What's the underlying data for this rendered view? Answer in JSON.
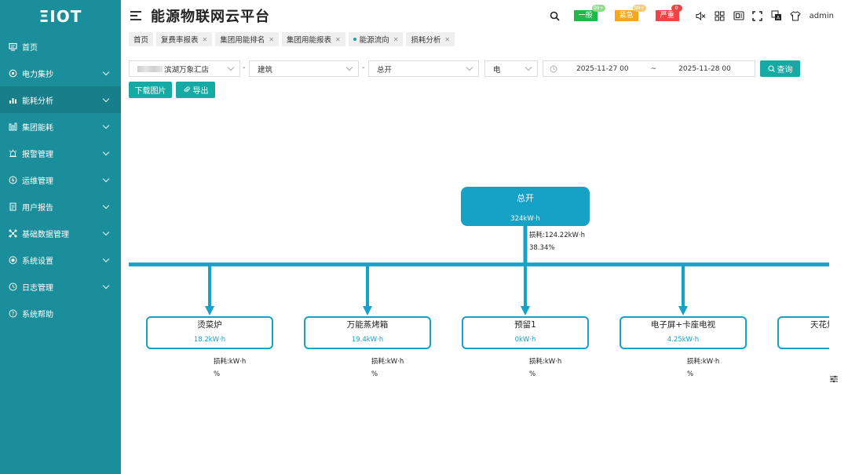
{
  "sidebar": {
    "logo": "ΞIOT",
    "items": [
      {
        "label": "首页",
        "icon": "monitor-icon",
        "has_children": false
      },
      {
        "label": "电力集抄",
        "icon": "circle-target-icon",
        "has_children": true
      },
      {
        "label": "能耗分析",
        "icon": "bar-chart-icon",
        "has_children": true
      },
      {
        "label": "集团能耗",
        "icon": "column-chart-icon",
        "has_children": true
      },
      {
        "label": "报警管理",
        "icon": "alarm-icon",
        "has_children": true
      },
      {
        "label": "运维管理",
        "icon": "bolt-icon",
        "has_children": true
      },
      {
        "label": "用户报告",
        "icon": "document-icon",
        "has_children": true
      },
      {
        "label": "基础数据管理",
        "icon": "network-icon",
        "has_children": true
      },
      {
        "label": "系统设置",
        "icon": "settings-circle-icon",
        "has_children": true
      },
      {
        "label": "日志管理",
        "icon": "clock-icon",
        "has_children": true
      },
      {
        "label": "系统帮助",
        "icon": "help-icon",
        "has_children": false
      }
    ],
    "active_index": 2
  },
  "header": {
    "title": "能源物联网云平台",
    "alerts": [
      {
        "label": "一般",
        "count": "99+",
        "color": "#1fb84a",
        "count_color": "#8fdc8a"
      },
      {
        "label": "紧急",
        "count": "99+",
        "color": "#f5a623",
        "count_color": "#f7c97a"
      },
      {
        "label": "严重",
        "count": "0",
        "color": "#f04444",
        "count_color": "#f04444"
      }
    ],
    "user": "admin"
  },
  "tabs": [
    {
      "label": "首页",
      "closable": false,
      "active": false
    },
    {
      "label": "复费率报表",
      "closable": true,
      "active": false
    },
    {
      "label": "集团用能排名",
      "closable": true,
      "active": false
    },
    {
      "label": "集团用能报表",
      "closable": true,
      "active": false
    },
    {
      "label": "能源流向",
      "closable": true,
      "active": true
    },
    {
      "label": "损耗分析",
      "closable": true,
      "active": false
    }
  ],
  "filters": {
    "store": "滨湖万象汇店",
    "category": "建筑",
    "node": "总开",
    "energy": "电",
    "date_start": "2025-11-27 00",
    "date_sep": "~",
    "date_end": "2025-11-28 00",
    "query_label": "查询",
    "download_label": "下载图片",
    "export_label": "导出"
  },
  "flow": {
    "root": {
      "name": "总开",
      "value": "324kW·h",
      "loss": "损耗:124.22kW·h",
      "loss_pct": "38.34%"
    },
    "children": [
      {
        "name": "烫菜炉",
        "value": "18.2kW·h",
        "loss": "损耗:kW·h",
        "loss_pct": "%"
      },
      {
        "name": "万能蒸烤箱",
        "value": "19.4kW·h",
        "loss": "损耗:kW·h",
        "loss_pct": "%"
      },
      {
        "name": "预留1",
        "value": "0kW·h",
        "loss": "损耗:kW·h",
        "loss_pct": "%"
      },
      {
        "name": "电子屏+卡座电视",
        "value": "4.25kW·h",
        "loss": "损耗:kW·h",
        "loss_pct": "%"
      },
      {
        "name": "天花灯",
        "value": "",
        "loss": "",
        "loss_pct": ""
      }
    ],
    "line_color": "#16a1c7"
  }
}
